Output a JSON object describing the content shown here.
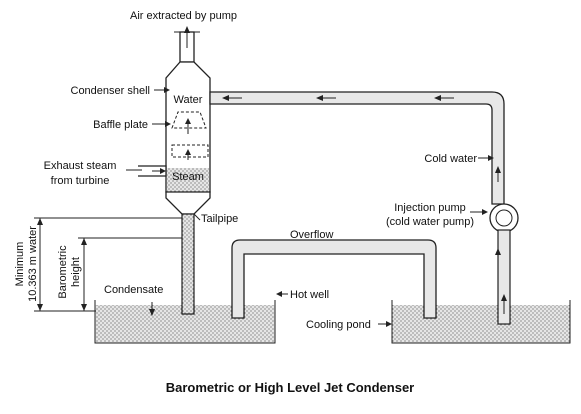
{
  "caption": "Barometric or High Level Jet Condenser",
  "labels": {
    "air_extracted": "Air extracted by pump",
    "condenser_shell": "Condenser shell",
    "water": "Water",
    "baffle_plate": "Baffle plate",
    "exhaust_steam_line1": "Exhaust steam",
    "exhaust_steam_line2": "from turbine",
    "steam": "Steam",
    "tailpipe": "Tailpipe",
    "overflow": "Overflow",
    "cold_water": "Cold water",
    "injection_pump_line1": "Injection pump",
    "injection_pump_line2": "(cold water pump)",
    "minimum_line1": "Minimum",
    "minimum_line2": "10.363 m water",
    "barometric_line1": "Barometric",
    "barometric_line2": "height",
    "condensate": "Condensate",
    "hot_well": "Hot well",
    "cooling_pond": "Cooling pond"
  }
}
